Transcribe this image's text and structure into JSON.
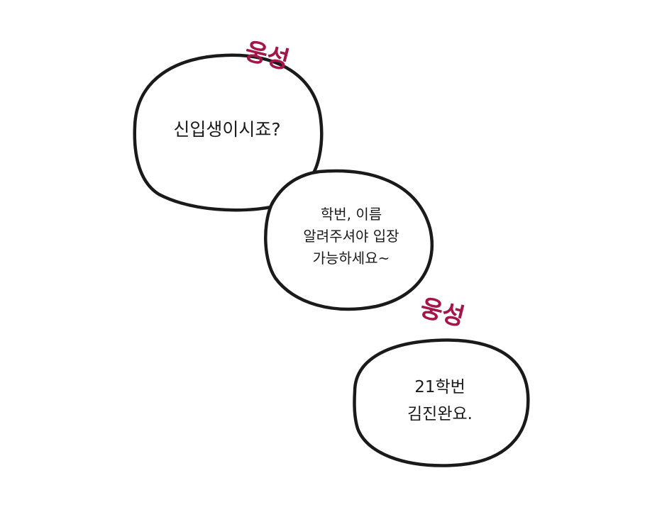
{
  "bubbles": {
    "first": {
      "text": "신입생이시죠?"
    },
    "second": {
      "text": "학번, 이름\n알려주셔야 입장\n가능하세요~"
    },
    "third": {
      "text": "21학번\n김진완요."
    }
  },
  "sound_effects": [
    {
      "text": "웅성"
    },
    {
      "text": "웅성"
    }
  ],
  "colors": {
    "outline": "#1a1a1a",
    "text": "#1a1a1a",
    "sfx": "#a3164a",
    "background": "#ffffff"
  }
}
